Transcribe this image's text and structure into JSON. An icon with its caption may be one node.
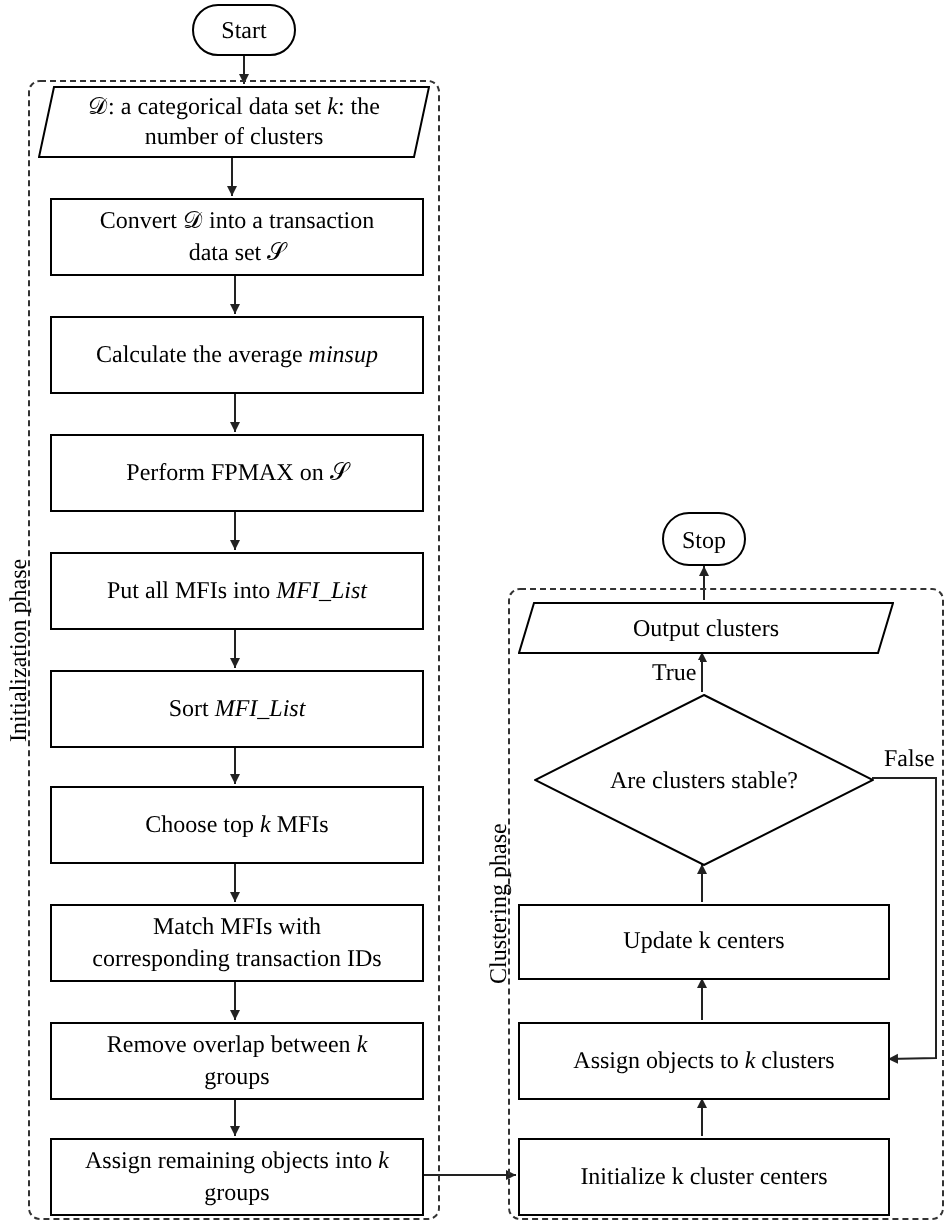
{
  "diagram": {
    "nodes": [
      {
        "text": [
          "Start"
        ]
      },
      {
        "text": [
          "Initialization phase"
        ]
      },
      {
        "text": [
          "𝒟: a categorical data set *k*: the number of clusters"
        ],
        "in": 1
      },
      {
        "text": [
          "Convert 𝒟 into a transaction data set 𝒮"
        ],
        "in": 1
      },
      {
        "text": [
          "Calculate the average *minsup*"
        ],
        "in": 1
      },
      {
        "text": [
          "Perform FPMAX on 𝒮"
        ],
        "in": 1
      },
      {
        "text": [
          "Put all MFIs into *MFI_List*"
        ],
        "in": 1
      },
      {
        "text": [
          "Sort *MFI_List*"
        ],
        "in": 1
      },
      {
        "text": [
          "Choose top *k* MFIs"
        ],
        "in": 1
      },
      {
        "text": [
          "Match MFIs with corresponding transaction IDs"
        ],
        "in": 1
      },
      {
        "text": [
          "Remove overlap between *k* groups"
        ],
        "in": 1
      },
      {
        "text": [
          "Assign remaining objects into *k* groups"
        ],
        "in": 1
      },
      {
        "text": [
          "Clustering phase"
        ]
      },
      {
        "text": [
          "Initialize k cluster centers"
        ],
        "in": 12
      },
      {
        "text": [
          "Assign objects to *k* clusters"
        ],
        "in": 12
      },
      {
        "text": [
          "Update k centers"
        ],
        "in": 12
      },
      {
        "text": [
          "Are clusters stable?"
        ],
        "in": 12
      },
      {
        "text": [
          "Output clusters"
        ],
        "in": 12
      },
      {
        "text": [
          "Stop"
        ]
      }
    ],
    "edges": [
      {
        "from": 0,
        "to": 2,
        "arrow": "to"
      },
      {
        "from": 2,
        "to": 3,
        "arrow": "to"
      },
      {
        "from": 3,
        "to": 4,
        "arrow": "to"
      },
      {
        "from": 4,
        "to": 5,
        "arrow": "to"
      },
      {
        "from": 5,
        "to": 6,
        "arrow": "to"
      },
      {
        "from": 6,
        "to": 7,
        "arrow": "to"
      },
      {
        "from": 7,
        "to": 8,
        "arrow": "to"
      },
      {
        "from": 8,
        "to": 9,
        "arrow": "to"
      },
      {
        "from": 9,
        "to": 10,
        "arrow": "to"
      },
      {
        "from": 10,
        "to": 11,
        "arrow": "to"
      },
      {
        "from": 11,
        "to": 13,
        "arrow": "to"
      },
      {
        "from": 13,
        "to": 14,
        "arrow": "to"
      },
      {
        "from": 14,
        "to": 15,
        "arrow": "to"
      },
      {
        "from": 15,
        "to": 16,
        "arrow": "to"
      },
      {
        "from": 16,
        "to": 17,
        "label": "True",
        "arrow": "to"
      },
      {
        "from": 16,
        "to": 14,
        "label": "False",
        "arrow": "to"
      },
      {
        "from": 17,
        "to": 18,
        "arrow": "to"
      }
    ]
  }
}
